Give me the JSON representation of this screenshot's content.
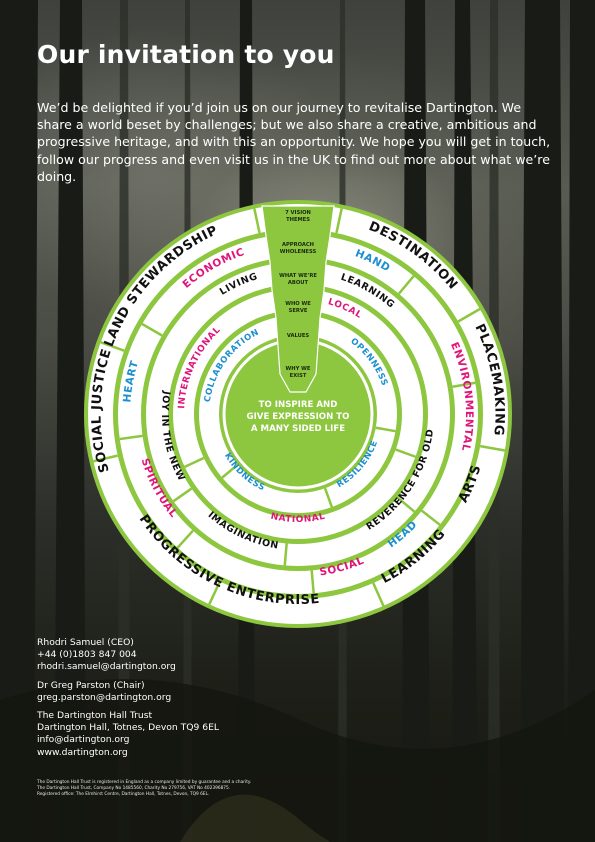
{
  "page": {
    "title": "Our invitation to you",
    "intro": "We’d be delighted if you’d join us on our journey to revitalise Dartington. We share a world beset by challenges; but we also share a creative, ambitious and progressive heritage, and with this an opportunity. We hope you will get in touch, follow our progress and even visit us in the UK to find out more about what we’re doing."
  },
  "wheel": {
    "colors": {
      "green": "#8dc63f",
      "dark_green": "#6a9a28",
      "pink": "#e0157a",
      "blue": "#1b8fd0",
      "black": "#111111"
    },
    "stem_labels": [
      "7 VISION THEMES",
      "APPROACH WHOLENESS",
      "WHAT WE’RE ABOUT",
      "WHO WE SERVE",
      "VALUES",
      "WHY WE EXIST"
    ],
    "center": {
      "line1": "TO INSPIRE AND",
      "line2": "GIVE EXPRESSION TO",
      "line3": "A MANY SIDED LIFE"
    },
    "ring1": [
      "LAND STEWARDSHIP",
      "DESTINATION",
      "PLACEMAKING",
      "ARTS",
      "LEARNING",
      "PROGRESSIVE ENTERPRISE",
      "SOCIAL JUSTICE"
    ],
    "ring2": [
      "ECONOMIC",
      "HAND",
      "ENVIRONMENTAL",
      "HEAD",
      "SOCIAL",
      "SPIRITUAL",
      "HEART"
    ],
    "ring3": [
      "LIVING",
      "LEARNING",
      "REVERENCE FOR OLD",
      "IMAGINATION",
      "JOY IN THE NEW"
    ],
    "ring4": [
      "INTERNATIONAL",
      "LOCAL",
      "NATIONAL"
    ],
    "ring5": [
      "COLLABORATION",
      "OPENNESS",
      "RESILIENCE",
      "KINDNESS"
    ]
  },
  "contacts": [
    {
      "lines": [
        "Rhodri Samuel (CEO)",
        "+44 (0)1803 847 004",
        "rhodri.samuel@dartington.org"
      ]
    },
    {
      "lines": [
        "Dr Greg Parston (Chair)",
        "greg.parston@dartington.org"
      ]
    },
    {
      "lines": [
        "The Dartington Hall Trust",
        "Dartington Hall, Totnes, Devon TQ9 6EL",
        "info@dartington.org",
        "www.dartington.org"
      ]
    }
  ],
  "legal": [
    "The Dartington Hall Trust is registered in England as a company limited by guarantee and a charity.",
    "The Dartington Hall Trust, Company No 1485560, Charity No 279756, VAT No 402396875.",
    "Registered office: The Elmhirst Centre, Dartington Hall, Totnes, Devon, TQ9 6EL."
  ]
}
